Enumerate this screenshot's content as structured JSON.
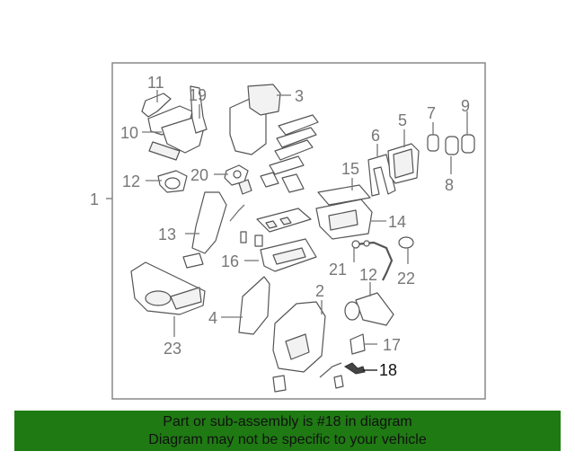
{
  "diagram": {
    "callouts": {
      "c1": "1",
      "c2": "2",
      "c3": "3",
      "c4": "4",
      "c5": "5",
      "c6": "6",
      "c7": "7",
      "c8": "8",
      "c9": "9",
      "c10": "10",
      "c11": "11",
      "c12a": "12",
      "c12b": "12",
      "c13": "13",
      "c14": "14",
      "c15": "15",
      "c16": "16",
      "c17": "17",
      "c18": "18",
      "c19": "19",
      "c20": "20",
      "c21": "21",
      "c22": "22",
      "c23": "23"
    },
    "highlighted_part": "18",
    "colors": {
      "banner": "#1f7a13",
      "callout": "#777777",
      "highlight": "#111111"
    }
  },
  "banner": {
    "line1": "Part or sub-assembly is #18 in diagram",
    "line2": "Diagram may not be specific to your vehicle"
  }
}
